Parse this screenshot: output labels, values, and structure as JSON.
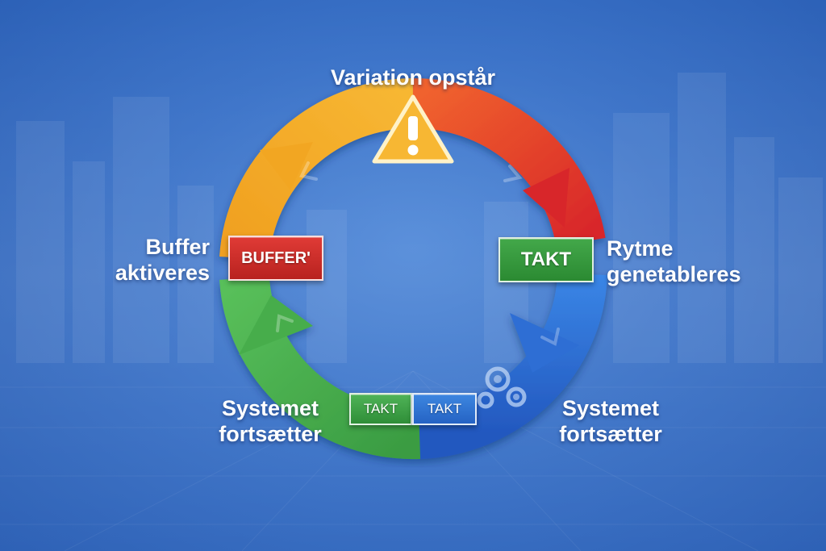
{
  "labels": {
    "top": "Variation opstår",
    "left_line1": "Buffer",
    "left_line2": "aktiveres",
    "right_line1": "Rytme",
    "right_line2": "genetableres",
    "bottom_left_line1": "Systemet",
    "bottom_left_line2": "fortsætter",
    "bottom_right_line1": "Systemet",
    "bottom_right_line2": "fortsætter"
  },
  "tags": {
    "buffer": "BUFFER'",
    "takt_right": "TAKT",
    "takt_bottom_green": "TAKT",
    "takt_bottom_blue": "TAKT"
  },
  "icons": {
    "warning": "warning-triangle-icon",
    "gears": "gears-icon"
  },
  "colors": {
    "background": "#3a72c8",
    "orange": "#f4a623",
    "red": "#e0392f",
    "blue": "#2f6fd0",
    "green": "#3fa548",
    "warning_fill": "#f7b733"
  }
}
